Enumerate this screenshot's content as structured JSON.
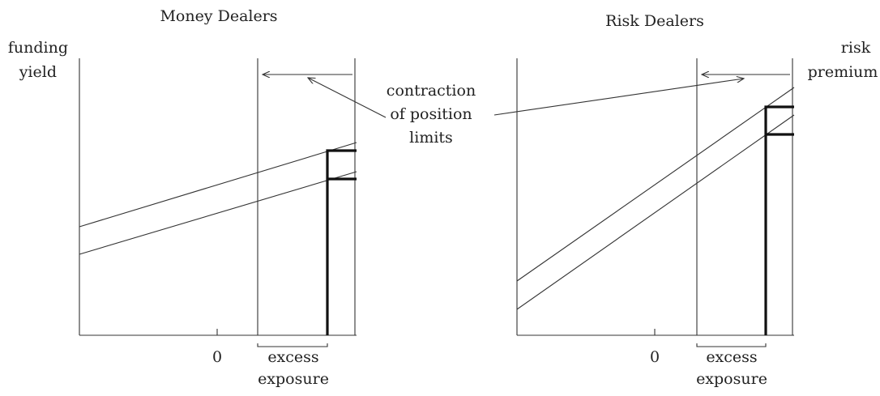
{
  "left_panel": {
    "title": "Money Dealers",
    "y_label_line1": "funding",
    "y_label_line2": "yield",
    "zero_label": "0",
    "bracket_label_line1": "excess",
    "bracket_label_line2": "exposure"
  },
  "right_panel": {
    "title": "Risk Dealers",
    "y_label_line1": "risk",
    "y_label_line2": "premium",
    "zero_label": "0",
    "bracket_label_line1": "excess",
    "bracket_label_line2": "exposure"
  },
  "annotation": {
    "line1": "contraction",
    "line2": "of position",
    "line3": "limits"
  },
  "colors": {
    "line": "#333333",
    "thick_line": "#111111",
    "text": "#222222",
    "background": "#ffffff"
  }
}
